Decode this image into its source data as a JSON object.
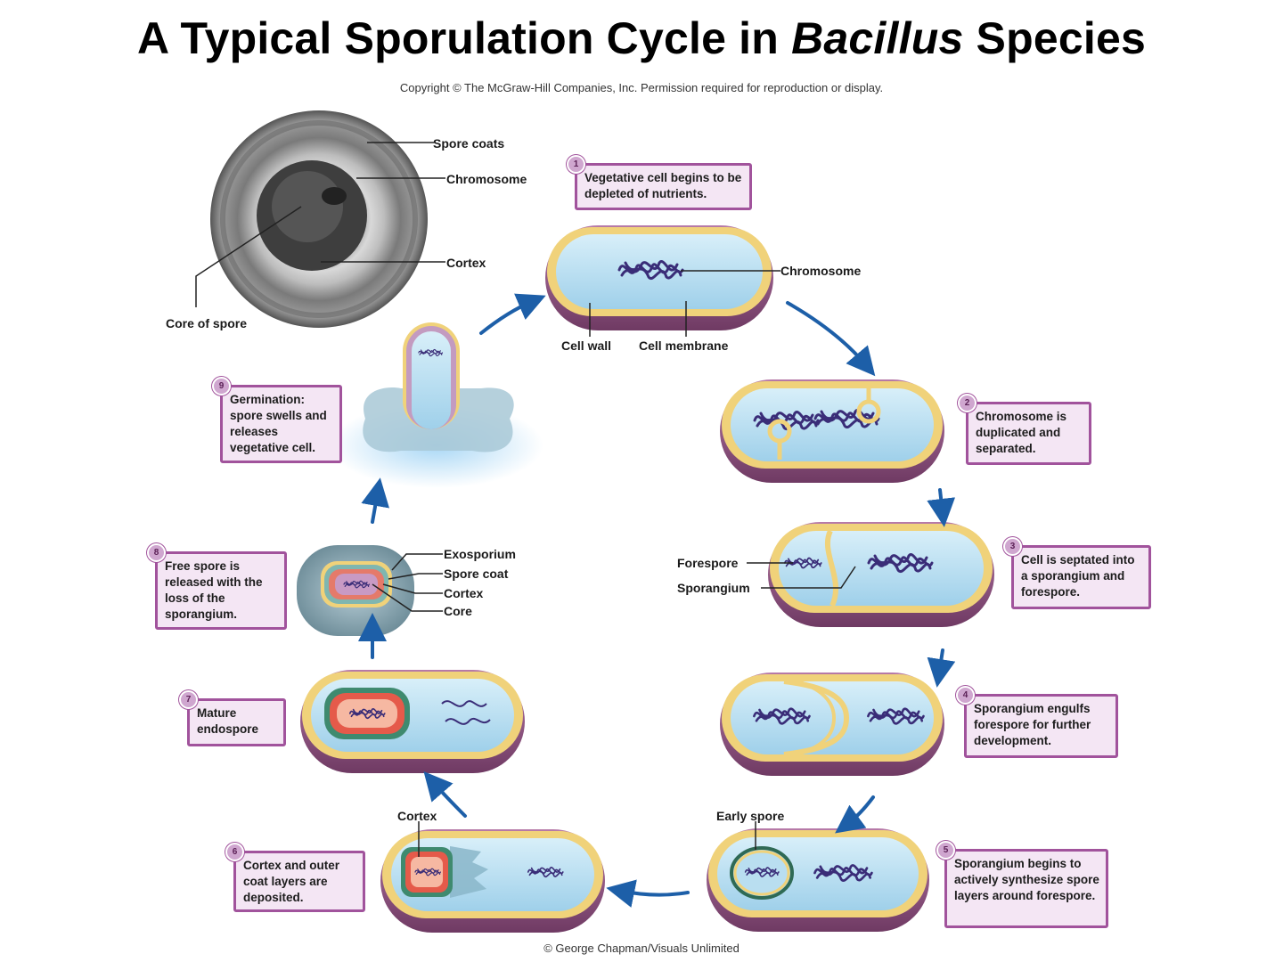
{
  "title": {
    "prefix": "A Typical Sporulation Cycle in ",
    "genus": "Bacillus",
    "suffix": " Species"
  },
  "copyright": "Copyright © The McGraw-Hill Companies, Inc. Permission required for reproduction or display.",
  "credit": "© George Chapman/Visuals Unlimited",
  "micrograph_labels": {
    "spore_coats": "Spore coats",
    "chromosome": "Chromosome",
    "cortex": "Cortex",
    "core": "Core of spore"
  },
  "cell_labels": {
    "chromosome": "Chromosome",
    "cell_wall": "Cell wall",
    "cell_membrane": "Cell membrane",
    "forespore": "Forespore",
    "sporangium": "Sporangium",
    "early_spore": "Early spore",
    "cortex": "Cortex"
  },
  "spore_labels": {
    "exosporium": "Exosporium",
    "spore_coat": "Spore coat",
    "cortex": "Cortex",
    "core": "Core"
  },
  "steps": [
    {
      "number": "1",
      "text": "Vegetative cell begins to be depleted of nutrients."
    },
    {
      "number": "2",
      "text": "Chromosome is duplicated and separated."
    },
    {
      "number": "3",
      "text": "Cell is septated into a sporangium and forespore."
    },
    {
      "number": "4",
      "text": "Sporangium engulfs forespore for further development."
    },
    {
      "number": "5",
      "text": "Sporangium begins to actively synthesize spore layers around forespore."
    },
    {
      "number": "6",
      "text": "Cortex and outer coat layers are deposited."
    },
    {
      "number": "7",
      "text": "Mature endospore"
    },
    {
      "number": "8",
      "text": "Free spore is released with the loss of the sporangium."
    },
    {
      "number": "9",
      "text": "Germination: spore swells and releases vegetative cell."
    }
  ],
  "colors": {
    "box_border": "#a1539c",
    "box_fill": "#f4e6f4",
    "cell_outer": "#8f4e80",
    "cell_wall": "#f0d27a",
    "cytoplasm": "#b9def0",
    "arrow": "#1d5fa8",
    "chromosome": "#3a2d78"
  }
}
